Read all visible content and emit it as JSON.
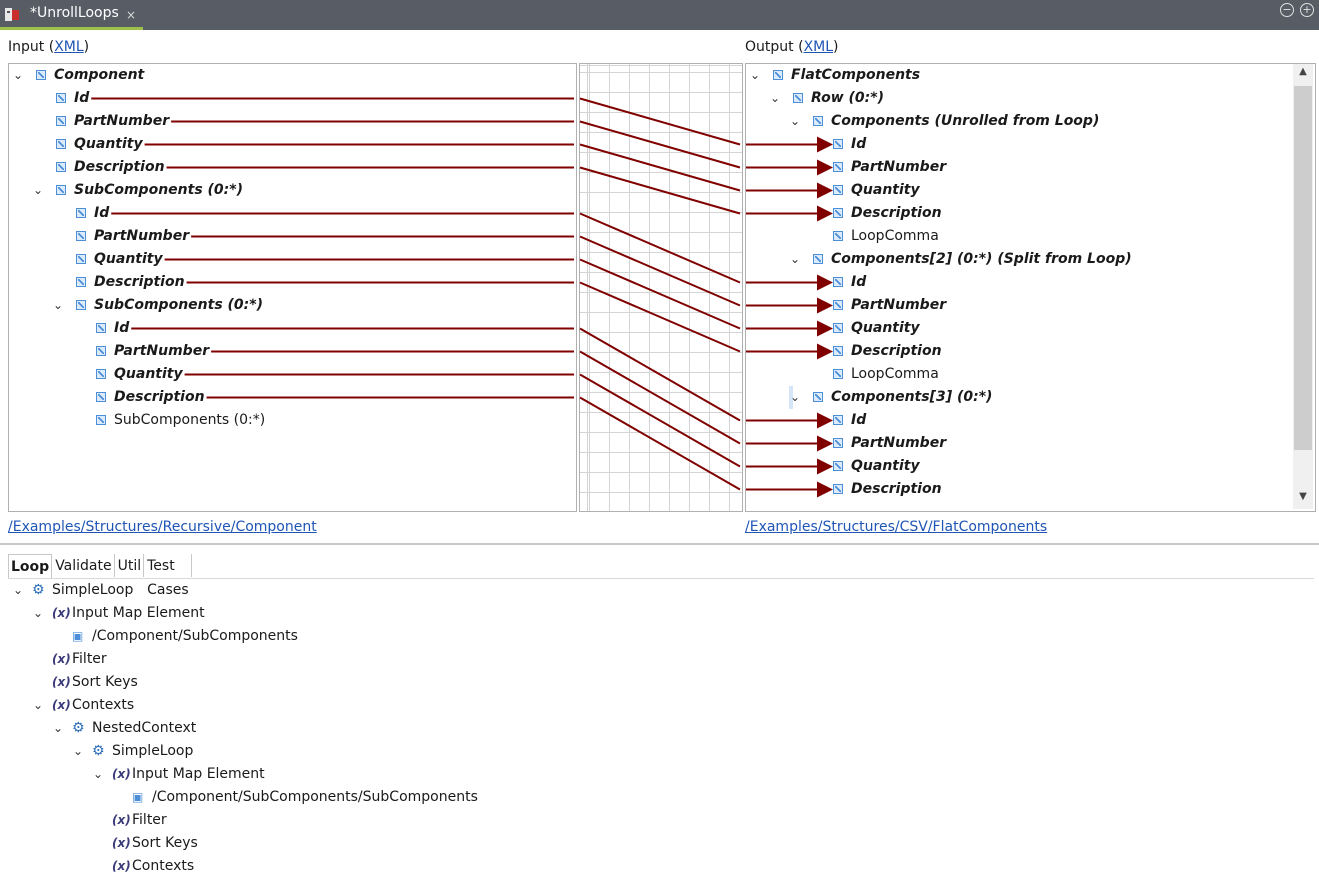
{
  "tab": {
    "title": "*UnrollLoops",
    "close": "×"
  },
  "window_controls": {
    "minimize": "−",
    "maximize": "+"
  },
  "input_panel": {
    "label": "Input",
    "format_link": "XML",
    "path": "/Examples/Structures/Recursive/Component",
    "tree": [
      {
        "label": "Component",
        "depth": 0,
        "expanded": true,
        "bold": true
      },
      {
        "label": "Id",
        "depth": 1,
        "bold": true
      },
      {
        "label": "PartNumber",
        "depth": 1,
        "bold": true
      },
      {
        "label": "Quantity",
        "depth": 1,
        "bold": true
      },
      {
        "label": "Description",
        "depth": 1,
        "bold": true
      },
      {
        "label": "SubComponents (0:*)",
        "depth": 1,
        "expanded": true,
        "bold": true
      },
      {
        "label": "Id",
        "depth": 2,
        "bold": true
      },
      {
        "label": "PartNumber",
        "depth": 2,
        "bold": true
      },
      {
        "label": "Quantity",
        "depth": 2,
        "bold": true
      },
      {
        "label": "Description",
        "depth": 2,
        "bold": true
      },
      {
        "label": "SubComponents (0:*)",
        "depth": 2,
        "expanded": true,
        "bold": true
      },
      {
        "label": "Id",
        "depth": 3,
        "bold": true
      },
      {
        "label": "PartNumber",
        "depth": 3,
        "bold": true
      },
      {
        "label": "Quantity",
        "depth": 3,
        "bold": true
      },
      {
        "label": "Description",
        "depth": 3,
        "bold": true
      },
      {
        "label": "SubComponents (0:*)",
        "depth": 3,
        "bold": false
      }
    ]
  },
  "output_panel": {
    "label": "Output",
    "format_link": "XML",
    "path": "/Examples/Structures/CSV/FlatComponents",
    "tree": [
      {
        "label": "FlatComponents",
        "depth": 0,
        "expanded": true,
        "bold": true
      },
      {
        "label": "Row (0:*)",
        "depth": 1,
        "expanded": true,
        "bold": true
      },
      {
        "label": "Components (Unrolled from Loop)",
        "depth": 2,
        "expanded": true,
        "bold": true
      },
      {
        "label": "Id",
        "depth": 3,
        "bold": true
      },
      {
        "label": "PartNumber",
        "depth": 3,
        "bold": true
      },
      {
        "label": "Quantity",
        "depth": 3,
        "bold": true
      },
      {
        "label": "Description",
        "depth": 3,
        "bold": true
      },
      {
        "label": "LoopComma",
        "depth": 3,
        "bold": false
      },
      {
        "label": "Components[2] (0:*) (Split from Loop)",
        "depth": 2,
        "expanded": true,
        "bold": true
      },
      {
        "label": "Id",
        "depth": 3,
        "bold": true
      },
      {
        "label": "PartNumber",
        "depth": 3,
        "bold": true
      },
      {
        "label": "Quantity",
        "depth": 3,
        "bold": true
      },
      {
        "label": "Description",
        "depth": 3,
        "bold": true
      },
      {
        "label": "LoopComma",
        "depth": 3,
        "bold": false
      },
      {
        "label": "Components[3] (0:*)",
        "depth": 2,
        "expanded": true,
        "bold": true,
        "selected": true
      },
      {
        "label": "Id",
        "depth": 3,
        "bold": true
      },
      {
        "label": "PartNumber",
        "depth": 3,
        "bold": true
      },
      {
        "label": "Quantity",
        "depth": 3,
        "bold": true
      },
      {
        "label": "Description",
        "depth": 3,
        "bold": true
      }
    ]
  },
  "mappings": [
    {
      "from": 1,
      "to": 3
    },
    {
      "from": 2,
      "to": 4
    },
    {
      "from": 3,
      "to": 5
    },
    {
      "from": 4,
      "to": 6
    },
    {
      "from": 6,
      "to": 9
    },
    {
      "from": 7,
      "to": 10
    },
    {
      "from": 8,
      "to": 11
    },
    {
      "from": 9,
      "to": 12
    },
    {
      "from": 11,
      "to": 15
    },
    {
      "from": 12,
      "to": 16
    },
    {
      "from": 13,
      "to": 17
    },
    {
      "from": 14,
      "to": 18
    }
  ],
  "bottom_tabs": [
    "Loop",
    "Validate",
    "Util",
    "Test Cases"
  ],
  "active_tab": "Loop",
  "loop_tree": [
    {
      "label": "SimpleLoop",
      "depth": 0,
      "icon": "loop-icon",
      "expanded": true
    },
    {
      "label": "Input Map Element",
      "depth": 1,
      "icon": "variable-icon",
      "expanded": true
    },
    {
      "label": "/Component/SubComponents",
      "depth": 2,
      "icon": "element-icon"
    },
    {
      "label": "Filter",
      "depth": 1,
      "icon": "variable-icon"
    },
    {
      "label": "Sort Keys",
      "depth": 1,
      "icon": "variable-icon"
    },
    {
      "label": "Contexts",
      "depth": 1,
      "icon": "variable-icon",
      "expanded": true
    },
    {
      "label": "NestedContext",
      "depth": 2,
      "icon": "loop-icon",
      "expanded": true
    },
    {
      "label": "SimpleLoop",
      "depth": 3,
      "icon": "loop-icon",
      "expanded": true
    },
    {
      "label": "Input Map Element",
      "depth": 4,
      "icon": "variable-icon",
      "expanded": true
    },
    {
      "label": "/Component/SubComponents/SubComponents",
      "depth": 5,
      "icon": "element-icon"
    },
    {
      "label": "Filter",
      "depth": 4,
      "icon": "variable-icon"
    },
    {
      "label": "Sort Keys",
      "depth": 4,
      "icon": "variable-icon"
    },
    {
      "label": "Contexts",
      "depth": 4,
      "icon": "variable-icon"
    }
  ],
  "icons": {
    "expanded": "⌄",
    "variable": "(x)",
    "loop": "⚙",
    "element": "▣"
  },
  "colors": {
    "mapping_line": "#800000",
    "link": "#1f55b5",
    "tab_accent": "#9cc04a",
    "titlebar": "#585c64"
  }
}
